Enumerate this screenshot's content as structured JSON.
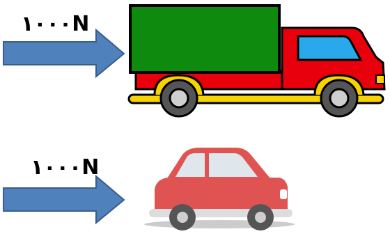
{
  "forces": [
    {
      "label": "١٠٠٠N",
      "target": "truck"
    },
    {
      "label": "١٠٠٠N",
      "target": "car"
    }
  ],
  "colors": {
    "arrow": "#4f81bd",
    "arrow_border": "#385d8a",
    "truck_cargo": "#0e8a0e",
    "truck_body": "#e8000c",
    "truck_window": "#29a8ec",
    "truck_trim": "#f7d400",
    "car_body": "#e05353",
    "wheel": "#555555"
  }
}
